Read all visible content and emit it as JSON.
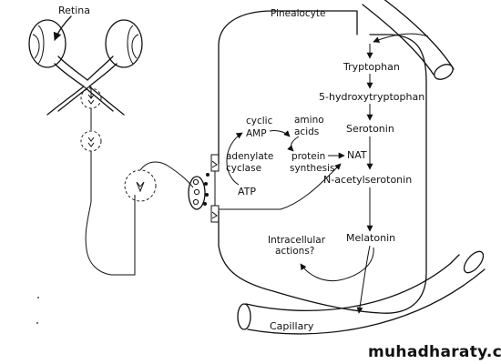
{
  "labels": {
    "retina": "Retina",
    "pinealocyte": "Pinealocyte",
    "tryptophan": "Tryptophan",
    "hydroxytryptophan": "5-hydroxytryptophan",
    "serotonin": "Serotonin",
    "nat": "NAT",
    "acetylserotonin": "N-acetylserotonin",
    "melatonin": "Melatonin",
    "cyclic": "cyclic",
    "amp": "AMP",
    "amino": "amino",
    "acids": "acids",
    "adenylate": "adenylate",
    "cyclase": "cyclase",
    "atp": "ATP",
    "protein": "protein",
    "synthesis": "synthesis",
    "intracellular": "Intracellular",
    "actions": "actions?",
    "capillary": "Capillary"
  },
  "watermark": "muhadharaty.com"
}
